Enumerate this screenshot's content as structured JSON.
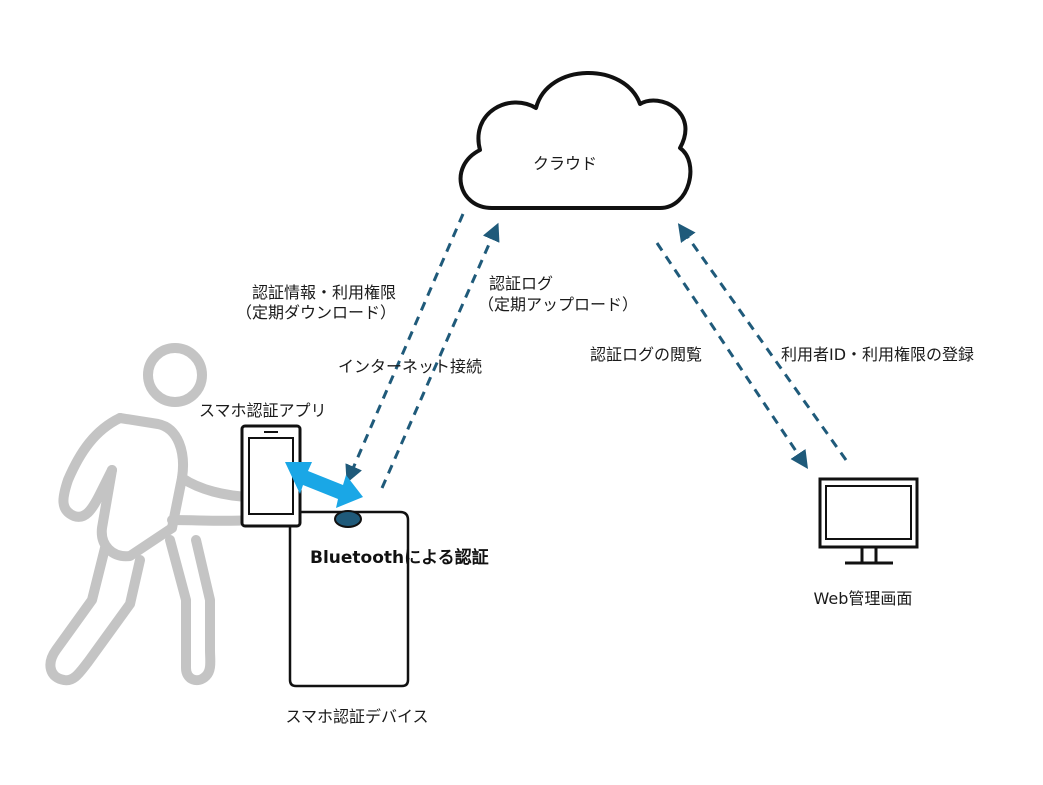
{
  "colors": {
    "dashed_arrow": "#1f5a7a",
    "bluetooth_arrow": "#1aa7e6",
    "figure_gray": "#c4c4c4",
    "outline": "#111111"
  },
  "icons": {
    "cloud": "cloud-icon",
    "person": "walking-person-icon",
    "smartphone": "smartphone-icon",
    "device": "auth-device-icon",
    "monitor": "monitor-icon"
  },
  "labels": {
    "cloud": "クラウド",
    "download_line1": "認証情報・利用権限",
    "download_line2": "（定期ダウンロード）",
    "upload_line1": "認証ログ",
    "upload_line2": "（定期アップロード）",
    "internet": "インターネット接続",
    "app": "スマホ認証アプリ",
    "bluetooth": "Bluetoothによる認証",
    "device": "スマホ認証デバイス",
    "log_view": "認証ログの閲覧",
    "register": "利用者ID・利用権限の登録",
    "web": "Web管理画面"
  }
}
